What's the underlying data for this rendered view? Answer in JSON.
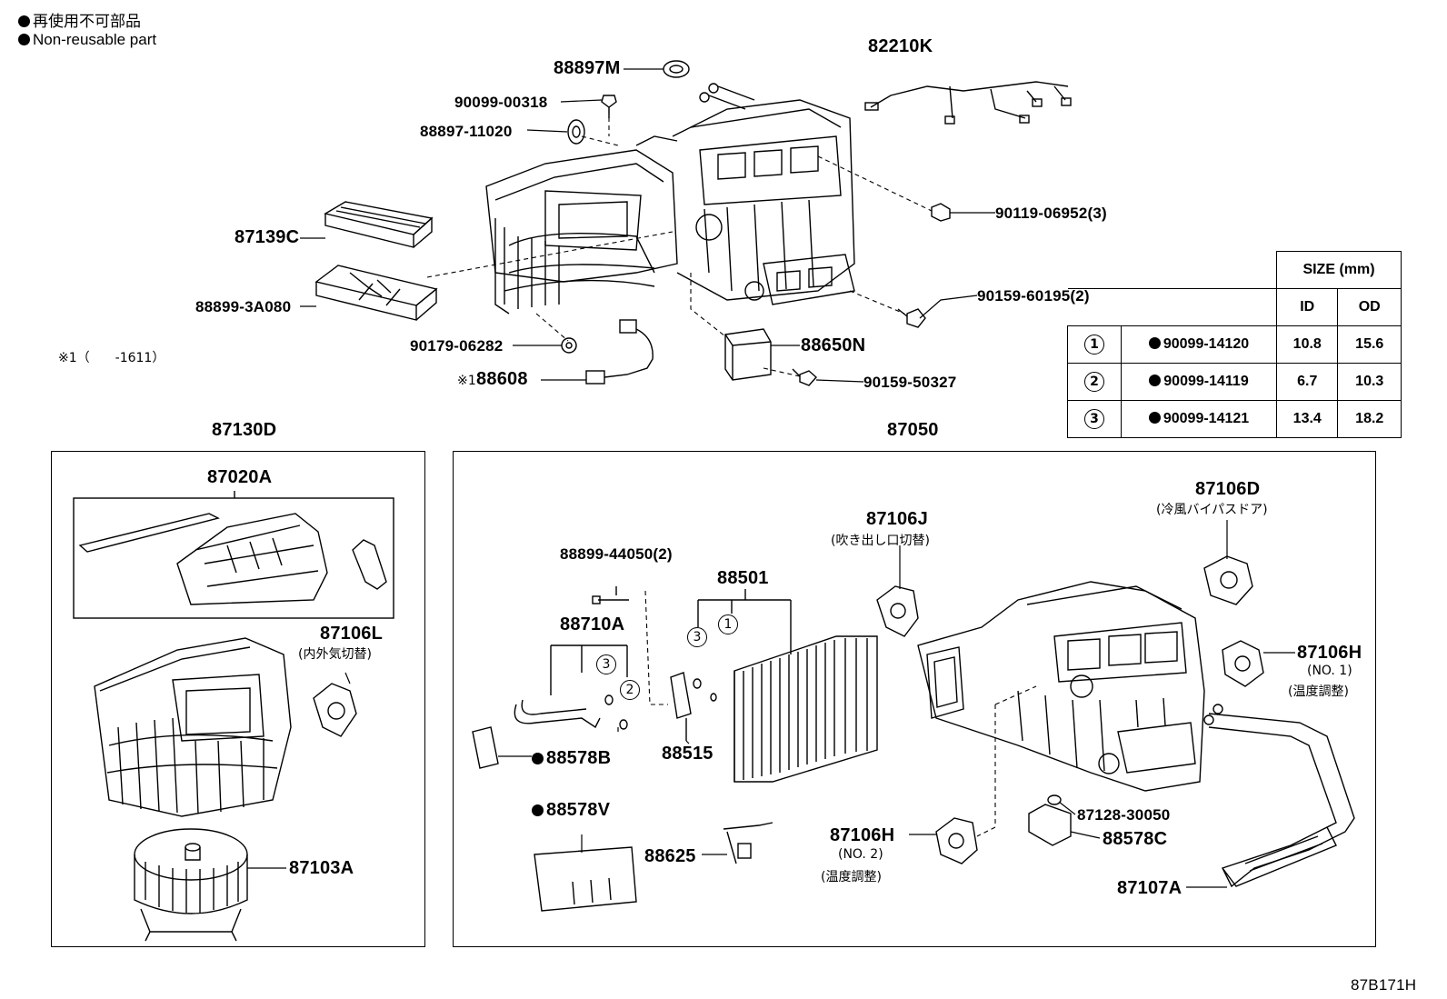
{
  "legend": {
    "jp": "再使用不可部品",
    "en": "Non-reusable part"
  },
  "note": "※1（　　-1611）",
  "figure_id": "87B171H",
  "groups": {
    "left": "87130D",
    "right": "87050"
  },
  "parts": {
    "p88897M": "88897M",
    "p90099_00318": "90099-00318",
    "p88897_11020": "88897-11020",
    "p82210K": "82210K",
    "p87139C": "87139C",
    "p88899_3A080": "88899-3A080",
    "p90119_06952": "90119-06952(3)",
    "p90159_60195": "90159-60195(2)",
    "p90179_06282": "90179-06282",
    "p88650N": "88650N",
    "p88608_mark": "※1",
    "p88608": "88608",
    "p90159_50327": "90159-50327",
    "p87020A": "87020A",
    "p87106L": "87106L",
    "p87106L_jp": "(内外気切替)",
    "p87103A": "87103A",
    "p88899_44050": "88899-44050(2)",
    "p88501": "88501",
    "p87106J": "87106J",
    "p87106J_jp": "(吹き出し口切替)",
    "p87106D": "87106D",
    "p87106D_jp": "(冷風バイパスドア)",
    "p88710A": "88710A",
    "p88515": "88515",
    "p88578B": "88578B",
    "p88578V": "88578V",
    "p88625": "88625",
    "p87106H1": "87106H",
    "p87106H1_no": "(NO. 1)",
    "p87106H1_jp": "(温度調整)",
    "p87106H2": "87106H",
    "p87106H2_no": "(NO. 2)",
    "p87106H2_jp": "(温度調整)",
    "p87128_30050": "87128-30050",
    "p88578C": "88578C",
    "p87107A": "87107A"
  },
  "callouts": {
    "c1": "1",
    "c2": "2",
    "c3": "3"
  },
  "size_table": {
    "header": "SIZE (mm)",
    "col_id": "ID",
    "col_od": "OD",
    "rows": [
      {
        "key": "1",
        "part": "90099-14120",
        "id": "10.8",
        "od": "15.6"
      },
      {
        "key": "2",
        "part": "90099-14119",
        "id": "6.7",
        "od": "10.3"
      },
      {
        "key": "3",
        "part": "90099-14121",
        "id": "13.4",
        "od": "18.2"
      }
    ]
  }
}
